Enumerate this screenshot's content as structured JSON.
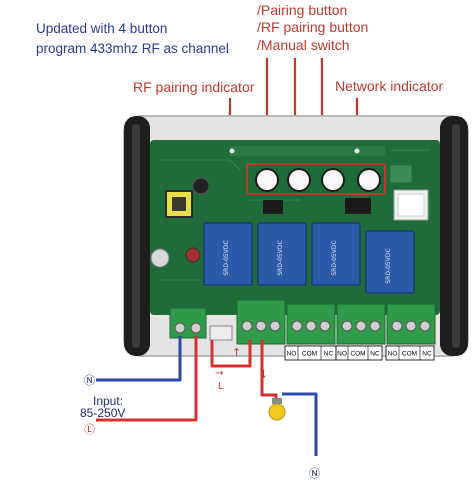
{
  "intro": {
    "line1": "Updated with 4 button",
    "line2": "program 433mhz RF as channel"
  },
  "callouts": {
    "pairing_button": "/Pairing button",
    "rf_pairing_button": "/RF pairing button",
    "manual_switch": "/Manual switch",
    "rf_pairing_indicator": "RF pairing indicator",
    "network_indicator": "Network indicator"
  },
  "terminals": {
    "group1": [
      "NO",
      "COM",
      "NC"
    ],
    "group2": [
      "NO",
      "COM",
      "NC"
    ],
    "group3": [
      "NO",
      "COM",
      "NC"
    ]
  },
  "wiring": {
    "input_label": "Input:",
    "input_voltage": "85-250V",
    "neutral_symbol": "Ⓝ",
    "live_symbol": "Ⓛ",
    "l_label": "L",
    "arrow_up": "↑",
    "arrow_right": "→",
    "arrow_down": "↓"
  },
  "relay_label": "SRD-05VDC",
  "colors": {
    "callout_red": "#c0392b",
    "intro_blue": "#2a3b8f",
    "pcb_green": "#1f6b3a",
    "relay_blue": "#2d5aa8",
    "terminal_green": "#2f9a48",
    "wire_blue": "#2b4aa6",
    "wire_red": "#d62f2f",
    "bulb_yellow": "#f2c81f"
  }
}
